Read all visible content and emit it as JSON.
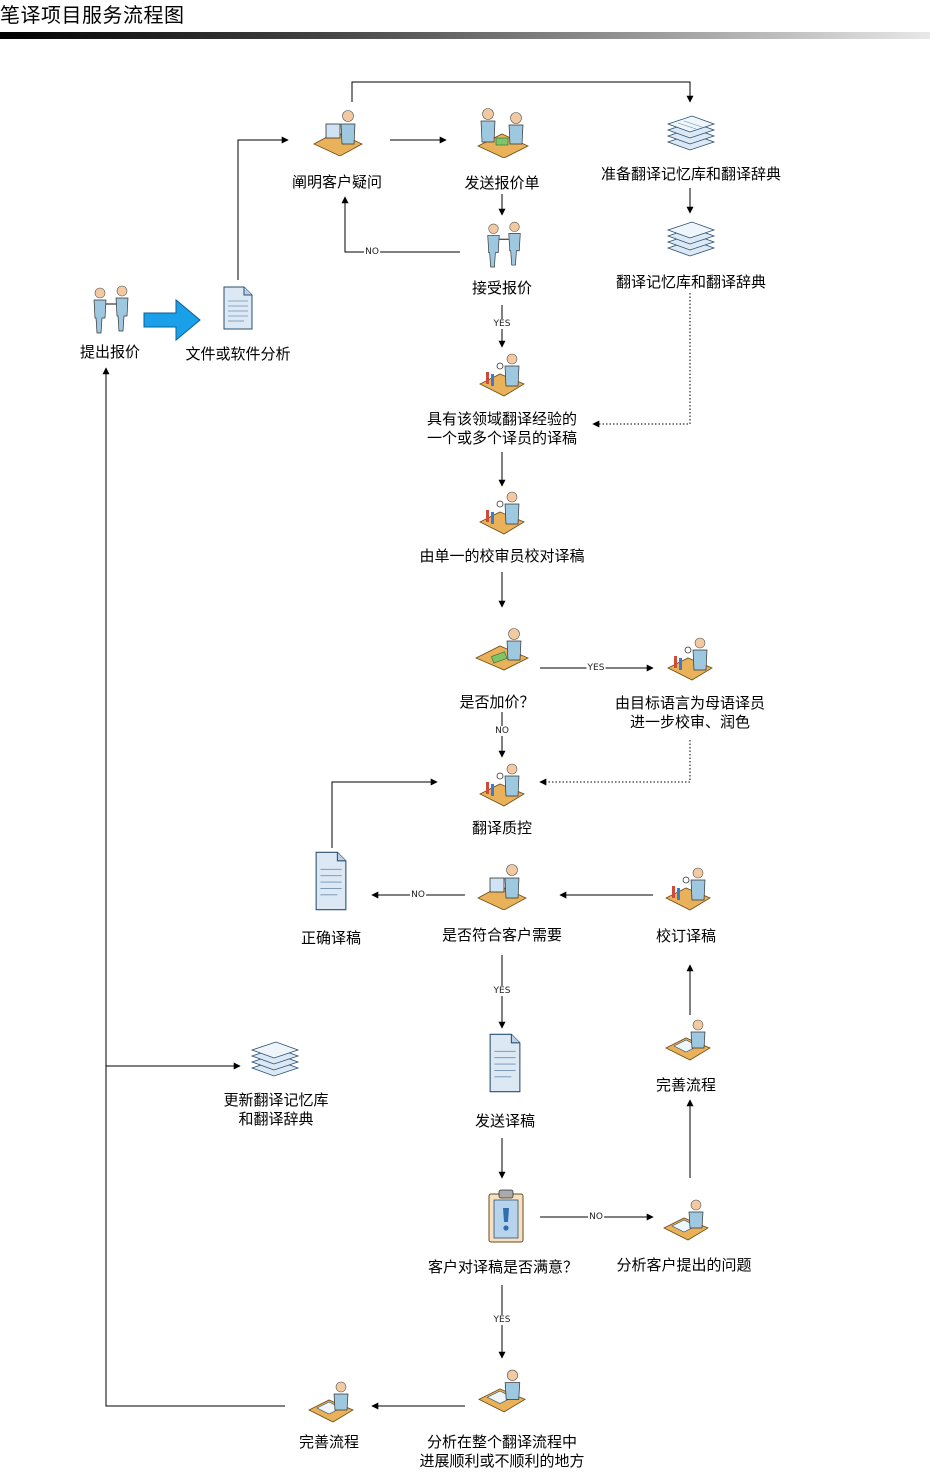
{
  "title": "笔译项目服务流程图",
  "nodes": {
    "submit_quote": {
      "label": "提出报价",
      "icon": "two-people-icon"
    },
    "file_analysis": {
      "label": "文件或软件分析",
      "icon": "document-icon"
    },
    "clarify_questions": {
      "label": "阐明客户疑问",
      "icon": "person-at-computer-icon"
    },
    "send_quote": {
      "label": "发送报价单",
      "icon": "two-people-at-desk-icon"
    },
    "prepare_tm": {
      "label": "准备翻译记忆库和翻译辞典",
      "icon": "stacked-documents-icon"
    },
    "accept_quote": {
      "label": "接受报价",
      "icon": "two-people-icon"
    },
    "tm_glossary": {
      "label": "翻译记忆库和翻译辞典",
      "icon": "stacked-documents-icon"
    },
    "translators_draft": {
      "line1": "具有该领域翻译经验的",
      "line2": "一个或多个译员的译稿",
      "icon": "person-at-desk-icon"
    },
    "single_reviewer": {
      "label": "由单一的校审员校对译稿",
      "icon": "person-at-desk-icon"
    },
    "extra_fee": {
      "label": "是否加价？",
      "icon": "person-with-money-icon"
    },
    "native_review": {
      "line1": "由目标语言为母语译员",
      "line2": "进一步校审、润色",
      "icon": "person-at-desk-icon"
    },
    "quality_control": {
      "label": "翻译质控",
      "icon": "person-at-desk-icon"
    },
    "correct_draft": {
      "label": "正确译稿",
      "icon": "document-icon"
    },
    "meets_needs": {
      "label": "是否符合客户需要",
      "icon": "person-at-computer-icon"
    },
    "revise_draft": {
      "label": "校订译稿",
      "icon": "person-at-desk-icon"
    },
    "update_tm": {
      "line1": "更新翻译记忆库",
      "line2": "和翻译辞典",
      "icon": "stacked-documents-icon"
    },
    "send_translation": {
      "label": "发送译稿",
      "icon": "document-icon"
    },
    "improve_process_right": {
      "label": "完善流程",
      "icon": "person-writing-icon"
    },
    "client_satisfied": {
      "label": "客户对译稿是否满意？",
      "icon": "clipboard-exclamation-icon"
    },
    "analyze_client_issues": {
      "label": "分析客户提出的问题",
      "icon": "person-writing-icon"
    },
    "analyze_process": {
      "line1": "分析在整个翻译流程中",
      "line2": "进展顺利或不顺利的地方",
      "icon": "person-writing-icon"
    },
    "improve_process_bottom": {
      "label": "完善流程",
      "icon": "person-writing-icon"
    }
  },
  "edge_tags": {
    "no": "NO",
    "yes": "YES"
  },
  "colors": {
    "arrow_blue": "#1aa0e8",
    "skin": "#f2c9a0",
    "shirt": "#9ec7e0",
    "desk": "#e9b25a",
    "paper": "#dce9f5"
  }
}
